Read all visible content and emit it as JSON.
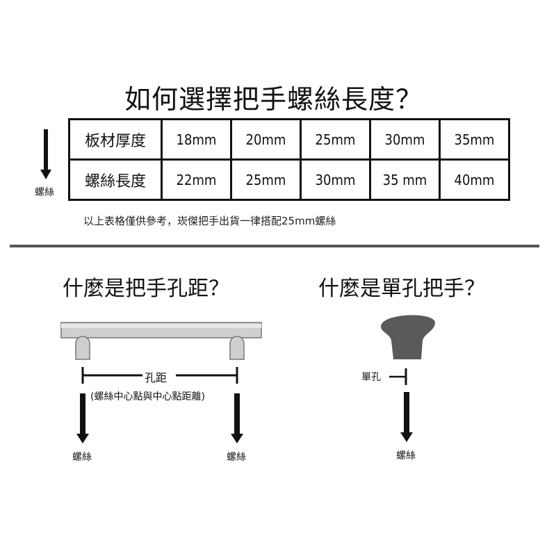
{
  "title": "如何選擇把手螺絲長度？",
  "side_label": "螺絲",
  "table": {
    "rows": [
      {
        "header": "板材厚度",
        "values": [
          "18mm",
          "20mm",
          "25mm",
          "30mm",
          "35mm"
        ]
      },
      {
        "header": "螺絲長度",
        "values": [
          "22mm",
          "25mm",
          "30mm",
          "35 mm",
          "40mm"
        ]
      }
    ]
  },
  "note": "以上表格僅供參考，崁傑把手出貨一律搭配25mm螺絲",
  "left_section": {
    "title": "什麼是把手孔距？",
    "distance_label": "孔距",
    "distance_desc": "(螺絲中心點與中心點距離)",
    "screw_left_label": "螺絲",
    "screw_right_label": "螺絲"
  },
  "right_section": {
    "title": "什麼是單孔把手？",
    "hole_label": "單孔",
    "screw_label": "螺絲"
  },
  "colors": {
    "line": "#111111",
    "divider": "#555555",
    "handle_bar": "#c9c9c9",
    "knob": "#555555"
  }
}
